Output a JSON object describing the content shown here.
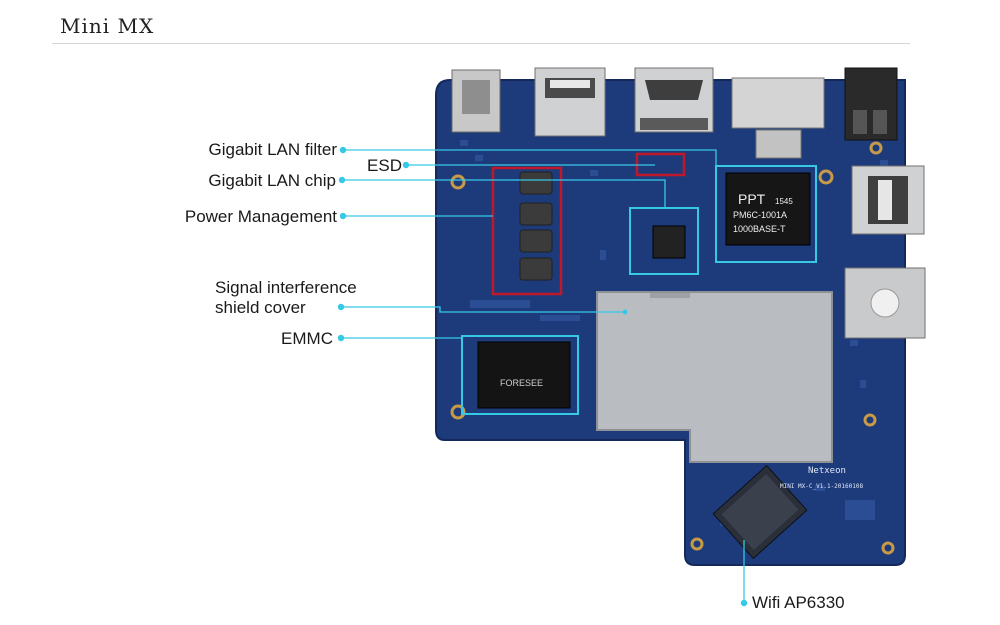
{
  "page": {
    "title": "Mini MX"
  },
  "callouts": [
    {
      "id": "gigabit-lan-filter",
      "label": "Gigabit LAN filter"
    },
    {
      "id": "esd",
      "label": "ESD"
    },
    {
      "id": "gigabit-lan-chip",
      "label": "Gigabit LAN chip"
    },
    {
      "id": "power-management",
      "label": "Power Management"
    },
    {
      "id": "signal-interference",
      "label": "Signal interference"
    },
    {
      "id": "shield-cover",
      "label": "shield cover"
    },
    {
      "id": "emmc",
      "label": "EMMC"
    },
    {
      "id": "wifi",
      "label": "Wifi AP6330"
    }
  ],
  "board_marks": {
    "transformer_brand": "PPT",
    "transformer_code": "1545",
    "transformer_part": "PM6C-1001A",
    "transformer_spec": "1000BASE-T",
    "emmc_brand": "FORESEE",
    "silkscreen_brand": "Netxeon",
    "silkscreen_model": "MINI MX-C_V1.1-20160108"
  },
  "colors": {
    "pcb": "#1d3a7a",
    "callout": "#35c9e6",
    "highlight_red": "#c0182b",
    "shield": "#b9bcc0"
  }
}
